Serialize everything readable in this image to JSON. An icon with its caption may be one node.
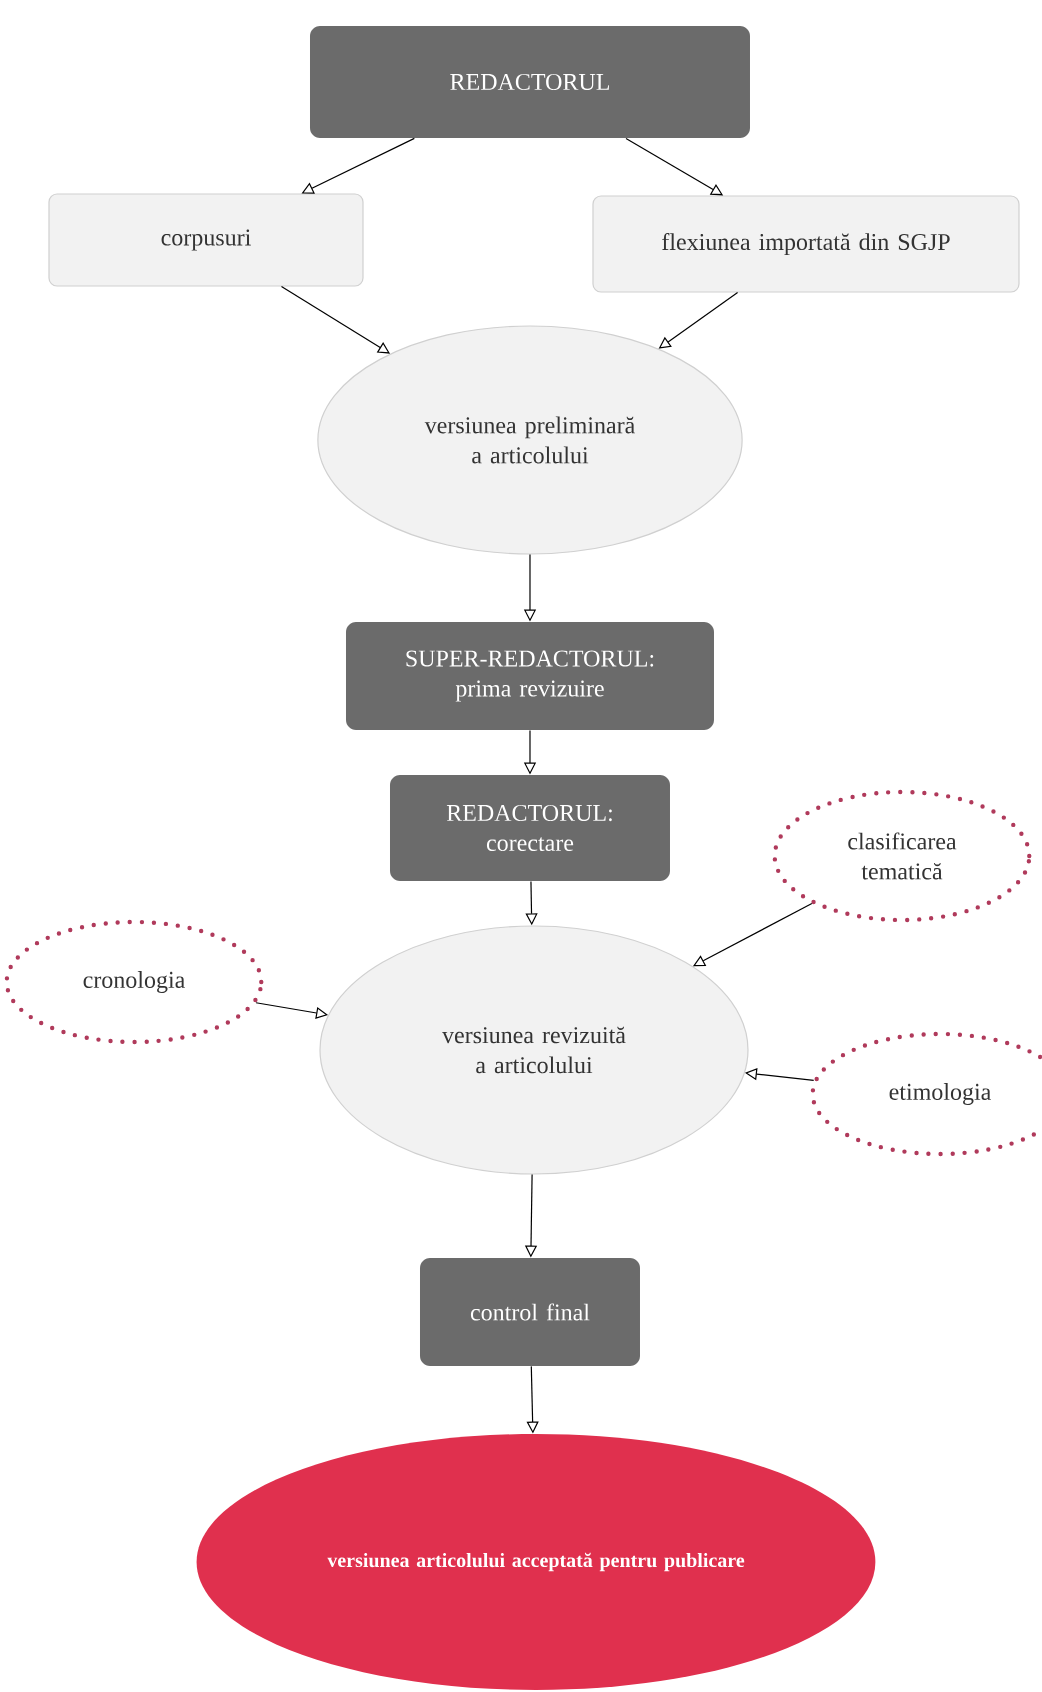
{
  "diagram": {
    "nodes": [
      {
        "text": [
          "REDACTORUL"
        ]
      },
      {
        "text": [
          "corpusuri"
        ]
      },
      {
        "text": [
          "flexiunea importată din SGJP"
        ]
      },
      {
        "text": [
          "versiunea preliminară a articolului"
        ]
      },
      {
        "text": [
          "SUPER-REDACTORUL: prima revizuire"
        ]
      },
      {
        "text": [
          "REDACTORUL: corectare"
        ]
      },
      {
        "text": [
          "clasificarea tematică"
        ]
      },
      {
        "text": [
          "cronologia"
        ]
      },
      {
        "text": [
          "versiunea revizuită a articolului"
        ]
      },
      {
        "text": [
          "etimologia"
        ]
      },
      {
        "text": [
          "control final"
        ]
      },
      {
        "text": [
          "versiunea articolului acceptată pentru publicare"
        ]
      }
    ],
    "edges": [
      {
        "from": 0,
        "to": 1,
        "arrow": "to"
      },
      {
        "from": 0,
        "to": 2,
        "arrow": "to"
      },
      {
        "from": 1,
        "to": 3,
        "arrow": "to"
      },
      {
        "from": 2,
        "to": 3,
        "arrow": "to"
      },
      {
        "from": 3,
        "to": 4,
        "arrow": "to"
      },
      {
        "from": 4,
        "to": 5,
        "arrow": "to"
      },
      {
        "from": 5,
        "to": 8,
        "arrow": "to"
      },
      {
        "from": 6,
        "to": 8,
        "arrow": "to"
      },
      {
        "from": 7,
        "to": 8,
        "arrow": "to"
      },
      {
        "from": 9,
        "to": 8,
        "arrow": "to"
      },
      {
        "from": 8,
        "to": 10,
        "arrow": "to"
      },
      {
        "from": 10,
        "to": 11,
        "arrow": "to"
      }
    ]
  }
}
